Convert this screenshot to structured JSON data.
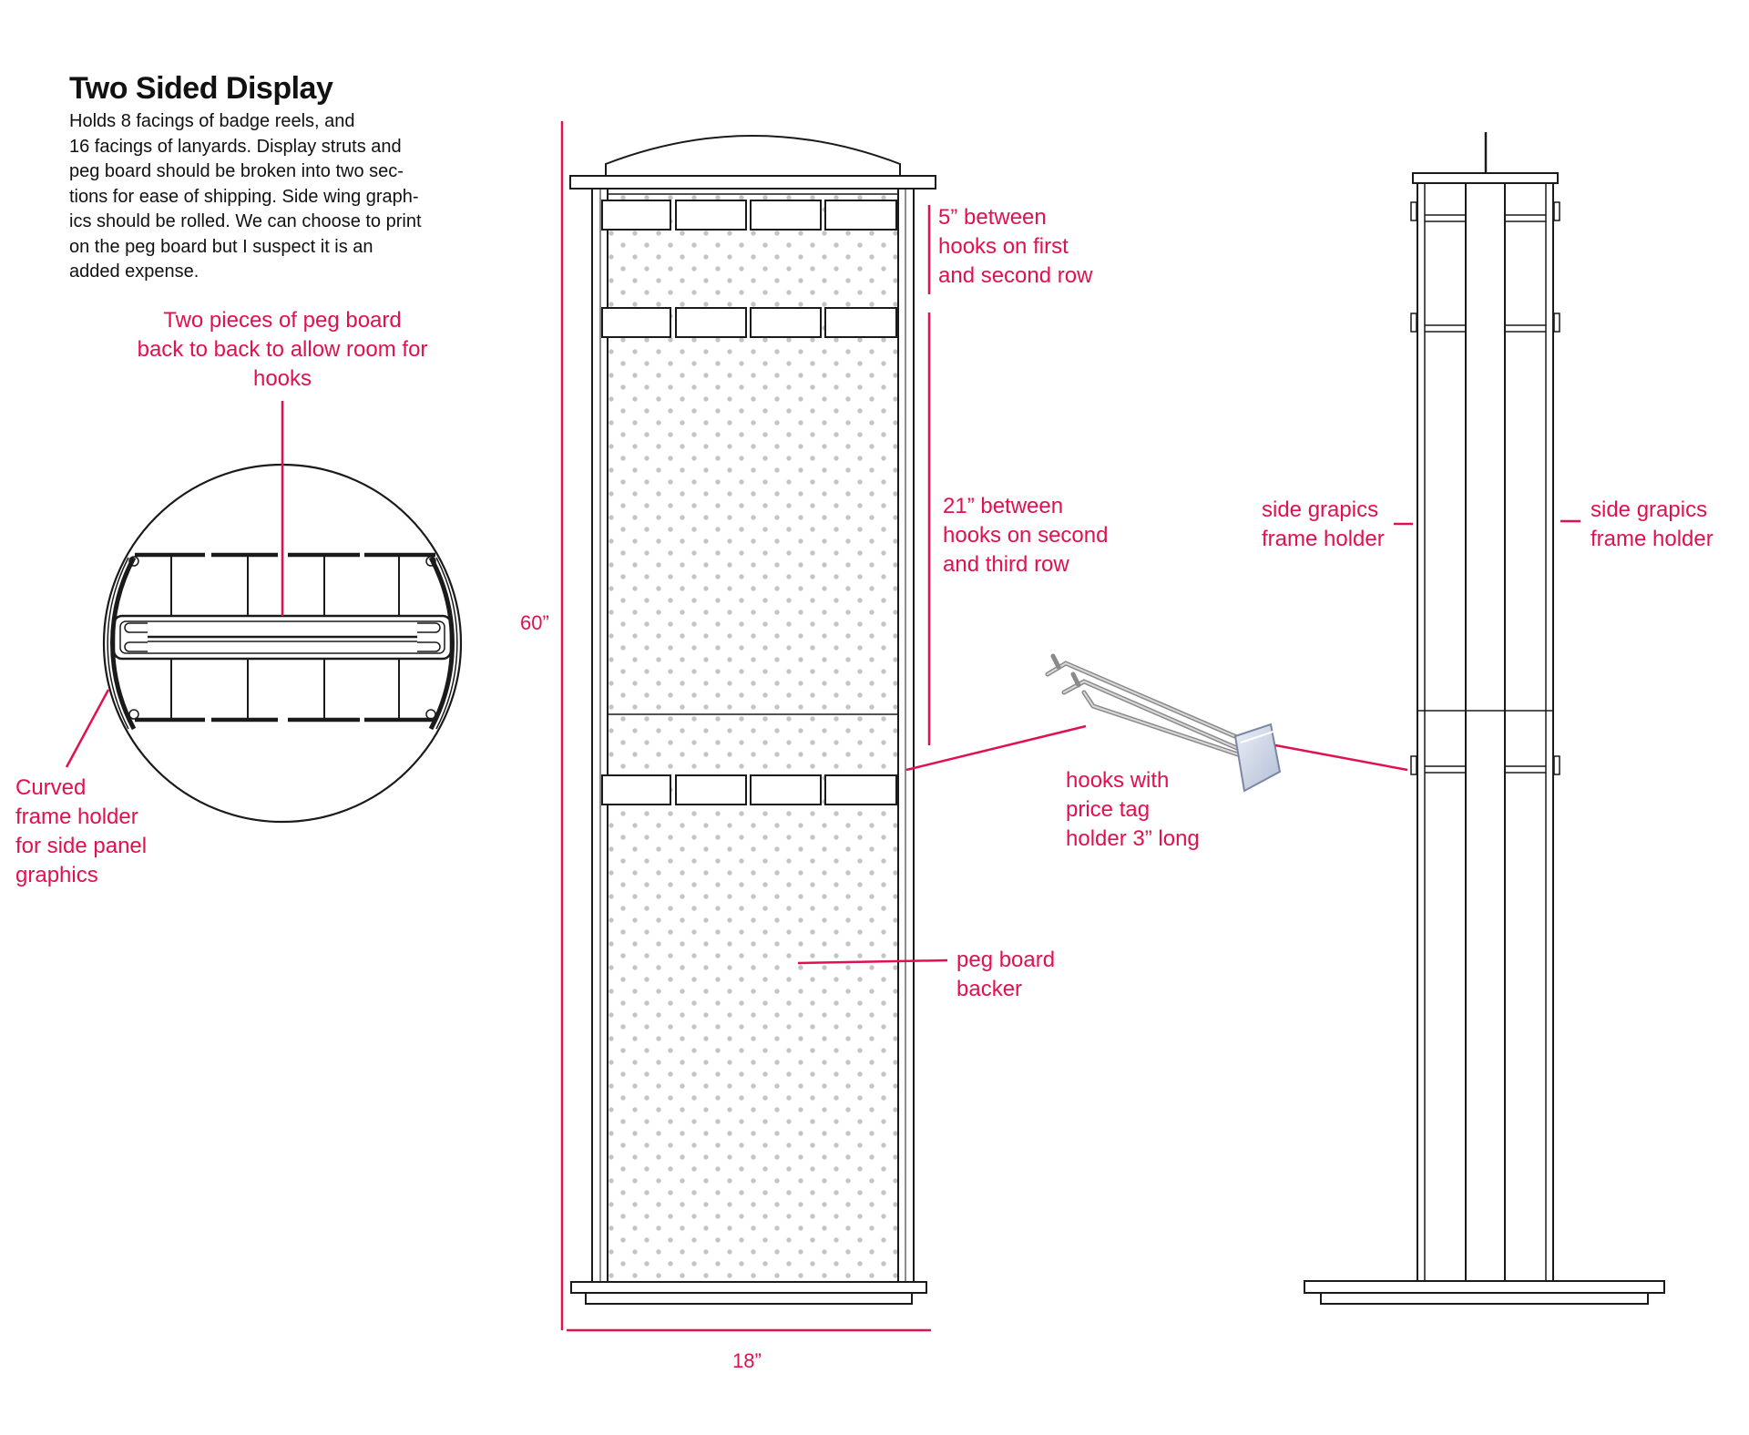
{
  "title": "Two Sided Display",
  "description_lines": [
    "Holds 8 facings of badge reels, and",
    "16 facings of lanyards. Display struts and",
    "peg board should be broken into two sec-",
    "tions for ease of shipping. Side wing graph-",
    "ics should be rolled. We can choose to print",
    "on the peg board but I suspect it is an",
    "added expense."
  ],
  "labels": {
    "peg_board_note": [
      "Two pieces of peg board",
      "back to back to allow room for",
      "hooks"
    ],
    "curved_frame": [
      "Curved",
      "frame holder",
      "for side panel",
      "graphics"
    ],
    "height": "60”",
    "width": "18”",
    "spacing_first": [
      "5” between",
      "hooks on first",
      "and second row"
    ],
    "spacing_second": [
      "21” between",
      "hooks on second",
      "and third row"
    ],
    "hooks": [
      "hooks with",
      "price tag",
      "holder 3” long"
    ],
    "pegboard_backer": [
      "peg board",
      "backer"
    ],
    "side_left": [
      "side grapics",
      "frame holder"
    ],
    "side_right": [
      "side grapics",
      "frame holder"
    ]
  },
  "colors": {
    "accent": "#e0114f",
    "line": "#1a1a1a",
    "dots": "#bdbdbd"
  }
}
